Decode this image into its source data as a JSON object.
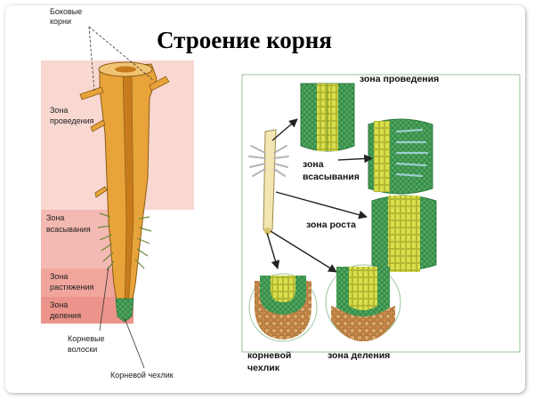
{
  "title": "Строение корня",
  "left_labels": {
    "lateral_roots": [
      "Боковые",
      "корни"
    ],
    "conduction_zone": [
      "Зона",
      "проведения"
    ],
    "absorption_zone": [
      "Зона",
      "всасывания"
    ],
    "elongation_zone": [
      "Зона",
      "растяжения"
    ],
    "division_zone": [
      "Зона",
      "деления"
    ],
    "root_hairs": [
      "Корневые",
      "волоски"
    ],
    "root_cap": "Корневой чехлик"
  },
  "right_labels": {
    "conduction_zone": "зона проведения",
    "absorption_zone": [
      "зона",
      "всасывания"
    ],
    "growth_zone": "зона роста",
    "root_cap": [
      "корневой",
      "чехлик"
    ],
    "division_zone": "зона деления"
  },
  "colors": {
    "band_conduction": "#f9d8d2",
    "band_absorption": "#f4b9b2",
    "band_elongation": "#f0a59d",
    "band_division": "#ec948b",
    "root_orange": "#e8a43a",
    "tissue_green": "#3f9a52",
    "tissue_yellow": "#d8e04a",
    "cap_brown": "#c9894a",
    "arrow": "#222222"
  }
}
